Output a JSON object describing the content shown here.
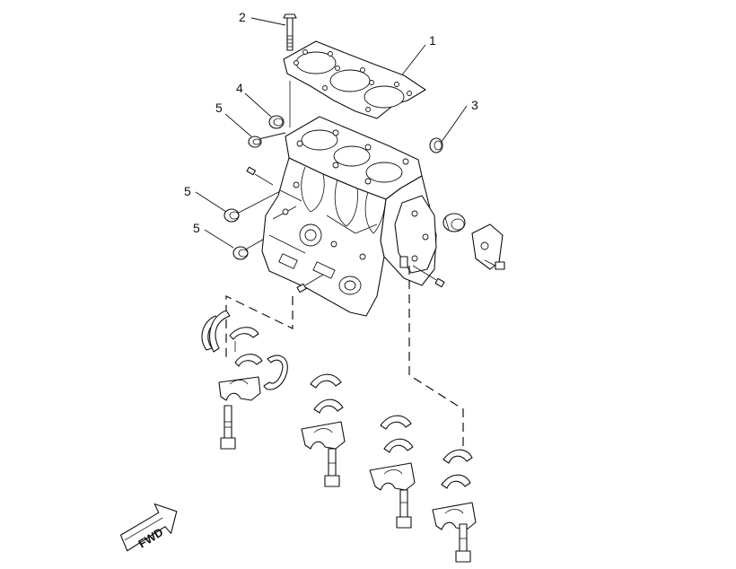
{
  "callouts": {
    "head_gasket": "1",
    "head_bolt": "2",
    "plug_right": "3",
    "plug_top": "4",
    "plug_left_upper": "5",
    "plug_left_mid": "5",
    "plug_left_lower": "5"
  },
  "direction_arrow": {
    "label": "FWD"
  }
}
